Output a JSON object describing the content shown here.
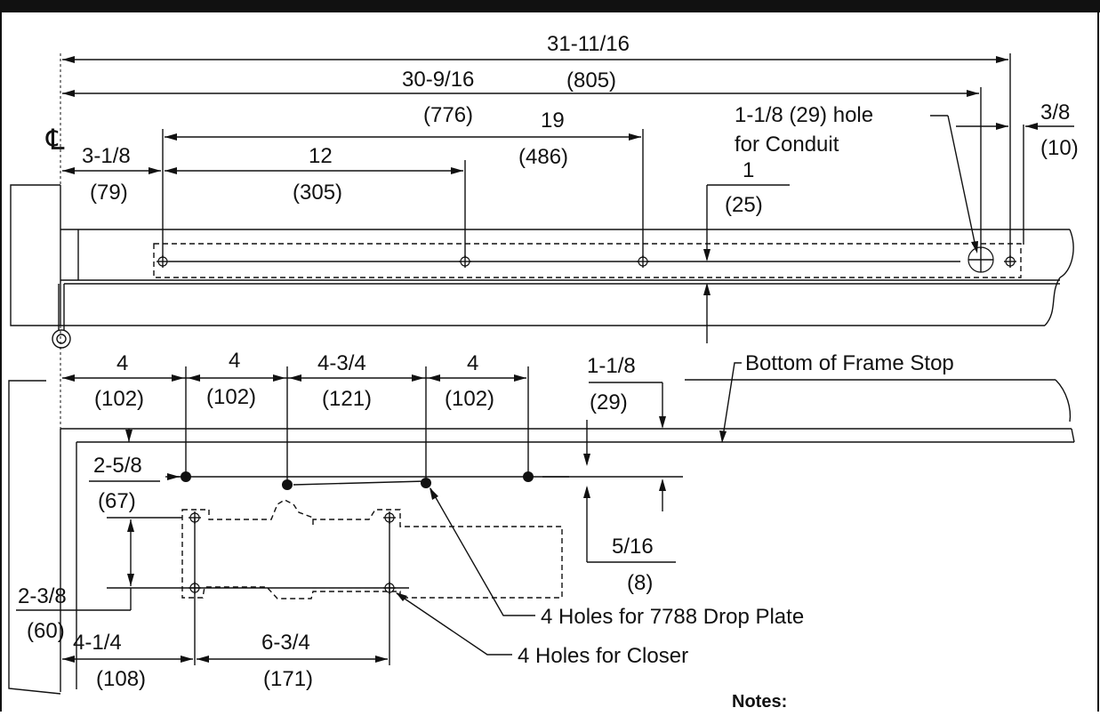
{
  "centerline_symbol": "℄",
  "dimensions": {
    "overall_length": {
      "in": "31-11/16",
      "mm": "(805)"
    },
    "to_conduit_hole": {
      "in": "30-9/16",
      "mm": "(776)"
    },
    "to_third_hole": {
      "in": "19",
      "mm": "(486)"
    },
    "first_hole_offset": {
      "in": "3-1/8",
      "mm": "(79)"
    },
    "to_second_hole": {
      "in": "12",
      "mm": "(305)"
    },
    "end_hole_offset": {
      "in": "3/8",
      "mm": "(10)"
    },
    "top_hole_height": {
      "in": "1",
      "mm": "(25)"
    },
    "drop_spacing_1": {
      "in": "4",
      "mm": "(102)"
    },
    "drop_spacing_2": {
      "in": "4",
      "mm": "(102)"
    },
    "drop_spacing_3": {
      "in": "4-3/4",
      "mm": "(121)"
    },
    "drop_spacing_4": {
      "in": "4",
      "mm": "(102)"
    },
    "frame_stop_height": {
      "in": "1-1/8",
      "mm": "(29)"
    },
    "drop_hole_height": {
      "in": "2-5/8",
      "mm": "(67)"
    },
    "drop_hole_offset": {
      "in": "5/16",
      "mm": "(8)"
    },
    "closer_hole_height": {
      "in": "2-3/8",
      "mm": "(60)"
    },
    "closer_offset": {
      "in": "4-1/4",
      "mm": "(108)"
    },
    "closer_spacing": {
      "in": "6-3/4",
      "mm": "(171)"
    }
  },
  "callouts": {
    "conduit_line1": "1-1/8 (29) hole",
    "conduit_line2": "for Conduit",
    "frame_stop": "Bottom of Frame Stop",
    "drop_plate_holes": "4 Holes for 7788 Drop Plate",
    "closer_holes": "4 Holes for Closer"
  },
  "notes_heading": "Notes:"
}
